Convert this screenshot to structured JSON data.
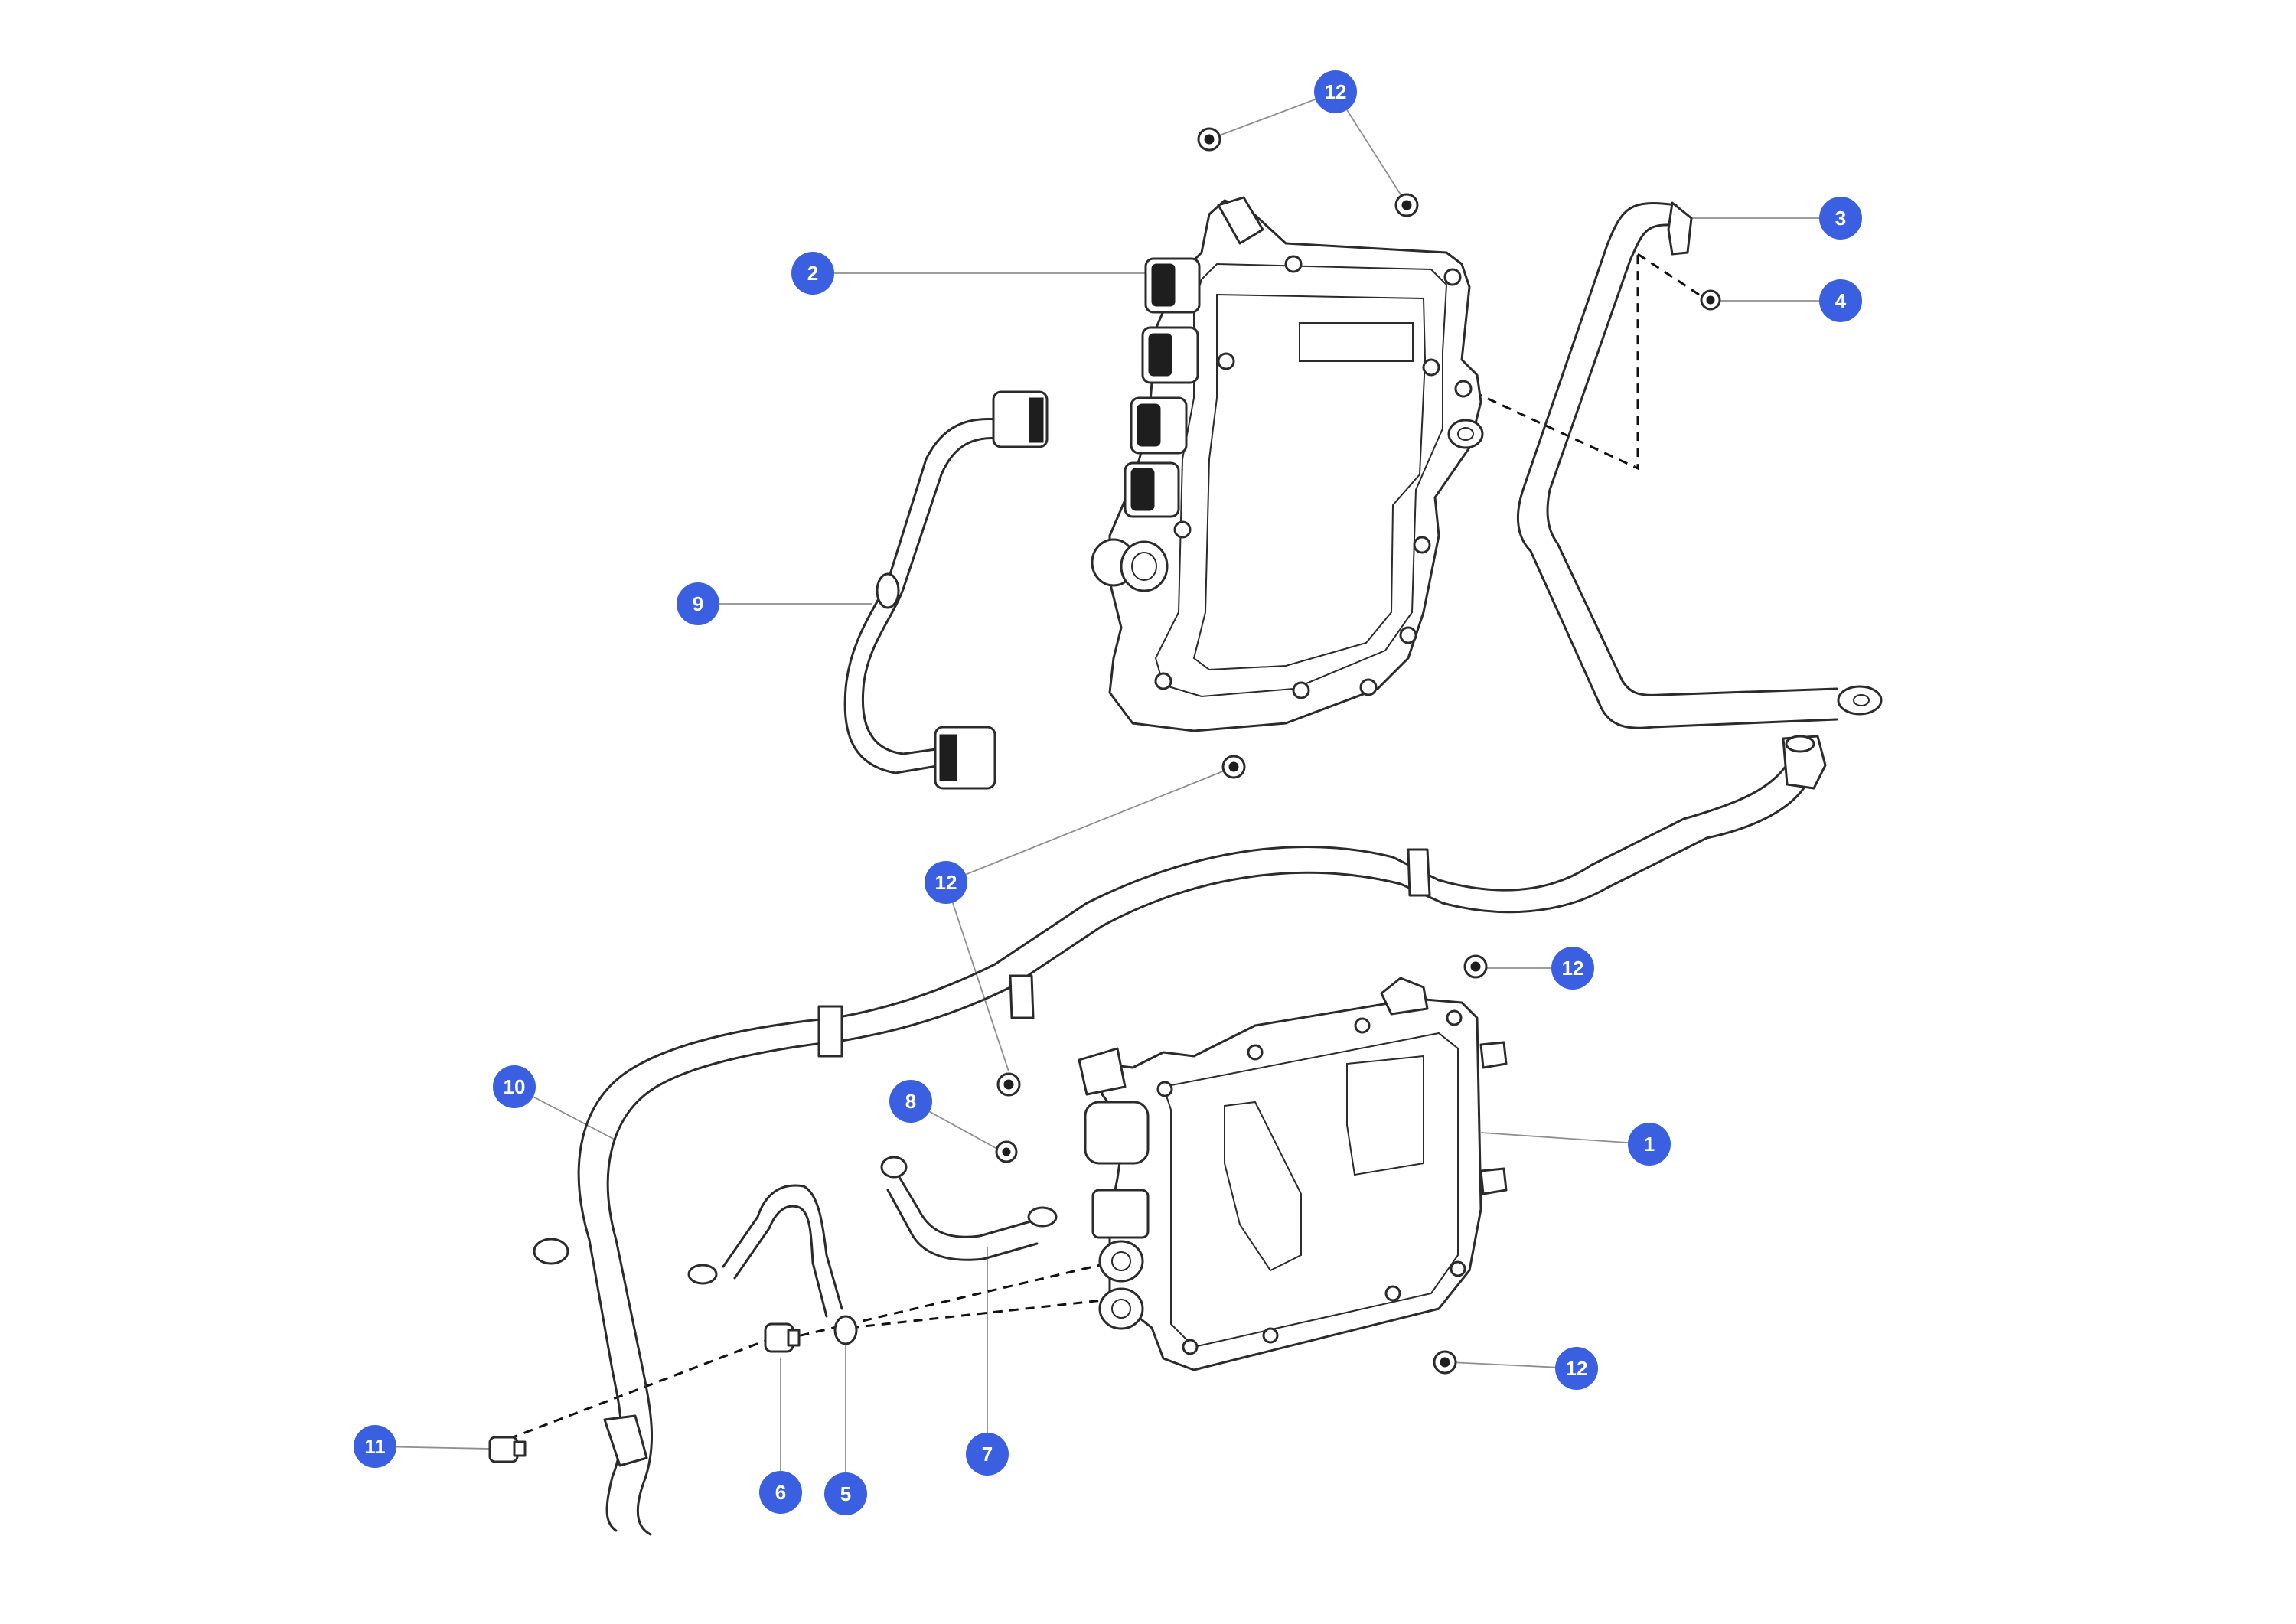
{
  "callouts": [
    {
      "id": "c1",
      "label": "1"
    },
    {
      "id": "c2",
      "label": "2"
    },
    {
      "id": "c3",
      "label": "3"
    },
    {
      "id": "c4",
      "label": "4"
    },
    {
      "id": "c5",
      "label": "5"
    },
    {
      "id": "c6",
      "label": "6"
    },
    {
      "id": "c7",
      "label": "7"
    },
    {
      "id": "c8",
      "label": "8"
    },
    {
      "id": "c9",
      "label": "9"
    },
    {
      "id": "c10",
      "label": "10"
    },
    {
      "id": "c11",
      "label": "11"
    },
    {
      "id": "c12a",
      "label": "12"
    },
    {
      "id": "c12b",
      "label": "12"
    },
    {
      "id": "c12c",
      "label": "12"
    },
    {
      "id": "c12d",
      "label": "12"
    }
  ],
  "colors": {
    "badge": "#3a5fe0",
    "badge_text": "#ffffff",
    "line_art": "#2b2b2b"
  }
}
